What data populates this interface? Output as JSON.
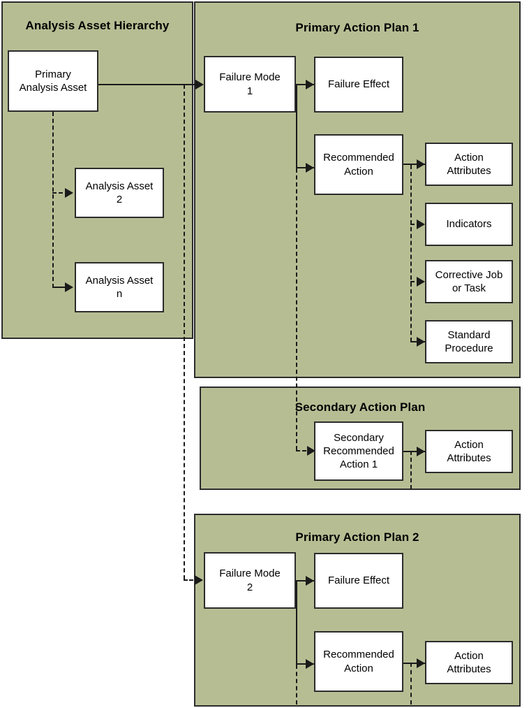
{
  "diagram": {
    "title": "Analysis Asset Hierarchy and Action Plan Relationships",
    "colors": {
      "panel_background": "#b7bd93",
      "node_background": "#ffffff",
      "stroke": "#1a1a1a",
      "page_background": "#ffffff"
    },
    "panels": [
      {
        "id": "analysis-asset-hierarchy",
        "title": "Analysis Asset Hierarchy",
        "nodes": [
          {
            "id": "primary-analysis-asset",
            "lines": [
              "Primary",
              "Analysis Asset"
            ]
          },
          {
            "id": "analysis-asset-2",
            "lines": [
              "Analysis Asset",
              "2"
            ]
          },
          {
            "id": "analysis-asset-n",
            "lines": [
              "Analysis Asset",
              "n"
            ]
          }
        ]
      },
      {
        "id": "primary-action-plan-1",
        "title": "Primary Action Plan 1",
        "nodes": [
          {
            "id": "failure-mode-1",
            "lines": [
              "Failure Mode",
              "1"
            ]
          },
          {
            "id": "failure-effect-1",
            "lines": [
              "Failure Effect"
            ]
          },
          {
            "id": "recommended-action-1",
            "lines": [
              "Recommended",
              "Action"
            ]
          },
          {
            "id": "action-attributes-1",
            "lines": [
              "Action",
              "Attributes"
            ]
          },
          {
            "id": "indicators",
            "lines": [
              "Indicators"
            ]
          },
          {
            "id": "corrective-job-or-task",
            "lines": [
              "Corrective Job",
              "or Task"
            ]
          },
          {
            "id": "standard-procedure",
            "lines": [
              "Standard",
              "Procedure"
            ]
          }
        ]
      },
      {
        "id": "secondary-action-plan",
        "title": "Secondary Action Plan",
        "nodes": [
          {
            "id": "secondary-recommended-action-1",
            "lines": [
              "Secondary",
              "Recommended",
              "Action 1"
            ]
          },
          {
            "id": "action-attributes-secondary",
            "lines": [
              "Action",
              "Attributes"
            ]
          }
        ]
      },
      {
        "id": "primary-action-plan-2",
        "title": "Primary Action Plan 2",
        "nodes": [
          {
            "id": "failure-mode-2",
            "lines": [
              "Failure Mode",
              "2"
            ]
          },
          {
            "id": "failure-effect-2",
            "lines": [
              "Failure Effect"
            ]
          },
          {
            "id": "recommended-action-2",
            "lines": [
              "Recommended",
              "Action"
            ]
          },
          {
            "id": "action-attributes-2",
            "lines": [
              "Action",
              "Attributes"
            ]
          }
        ]
      }
    ],
    "labels": {
      "analysis_asset_hierarchy": "Analysis Asset Hierarchy",
      "primary_action_plan_1": "Primary Action Plan 1",
      "secondary_action_plan": "Secondary Action Plan",
      "primary_action_plan_2": "Primary Action Plan 2",
      "primary_l1": "Primary",
      "primary_l2": "Analysis Asset",
      "asset2_l1": "Analysis Asset",
      "asset2_l2": "2",
      "assetn_l1": "Analysis Asset",
      "assetn_l2": "n",
      "fm1_l1": "Failure Mode",
      "fm1_l2": "1",
      "fe1": "Failure Effect",
      "ra1_l1": "Recommended",
      "ra1_l2": "Action",
      "aa1_l1": "Action",
      "aa1_l2": "Attributes",
      "indicators": "Indicators",
      "cjt_l1": "Corrective Job",
      "cjt_l2": "or Task",
      "sp_l1": "Standard",
      "sp_l2": "Procedure",
      "sra_l1": "Secondary",
      "sra_l2": "Recommended",
      "sra_l3": "Action 1",
      "aas_l1": "Action",
      "aas_l2": "Attributes",
      "fm2_l1": "Failure Mode",
      "fm2_l2": "2",
      "fe2": "Failure Effect",
      "ra2_l1": "Recommended",
      "ra2_l2": "Action",
      "aa2_l1": "Action",
      "aa2_l2": "Attributes"
    }
  }
}
